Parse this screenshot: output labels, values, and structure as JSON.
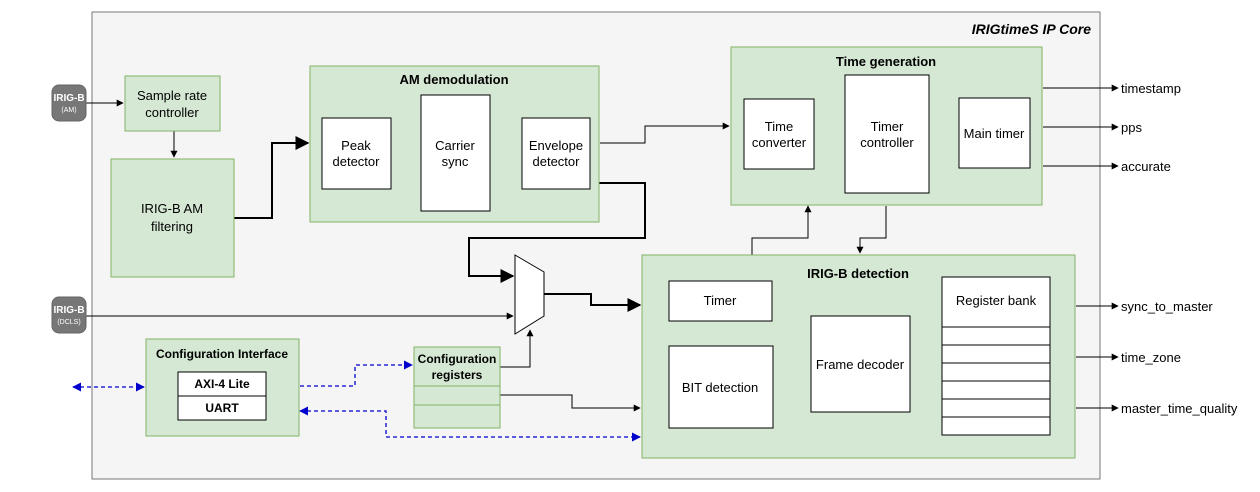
{
  "core_title": "IRIGtimeS IP Core",
  "inputs": {
    "am": {
      "label": "IRIG-B",
      "sub": "(AM)"
    },
    "dcls": {
      "label": "IRIG-B",
      "sub": "(DCLS)"
    }
  },
  "sample_rate": {
    "line1": "Sample rate",
    "line2": "controller"
  },
  "am_filter": {
    "line1": "IRIG-B AM",
    "line2": "filtering"
  },
  "am_demod": {
    "title": "AM demodulation",
    "peak": {
      "line1": "Peak",
      "line2": "detector"
    },
    "carrier": {
      "line1": "Carrier",
      "line2": "sync"
    },
    "envelope": {
      "line1": "Envelope",
      "line2": "detector"
    }
  },
  "time_gen": {
    "title": "Time generation",
    "converter": {
      "line1": "Time",
      "line2": "converter"
    },
    "controller": {
      "line1": "Timer",
      "line2": "controller"
    },
    "main_timer": "Main timer"
  },
  "detection": {
    "title": "IRIG-B detection",
    "timer": "Timer",
    "bit": "BIT detection",
    "frame": "Frame decoder",
    "register_bank": "Register bank"
  },
  "config_interface": {
    "title": "Configuration Interface",
    "axi": "AXI-4 Lite",
    "uart": "UART"
  },
  "config_registers": {
    "line1": "Configuration",
    "line2": "registers"
  },
  "outputs": {
    "timestamp": "timestamp",
    "pps": "pps",
    "accurate": "accurate",
    "sync": "sync_to_master",
    "zone": "time_zone",
    "quality": "master_time_quality"
  }
}
